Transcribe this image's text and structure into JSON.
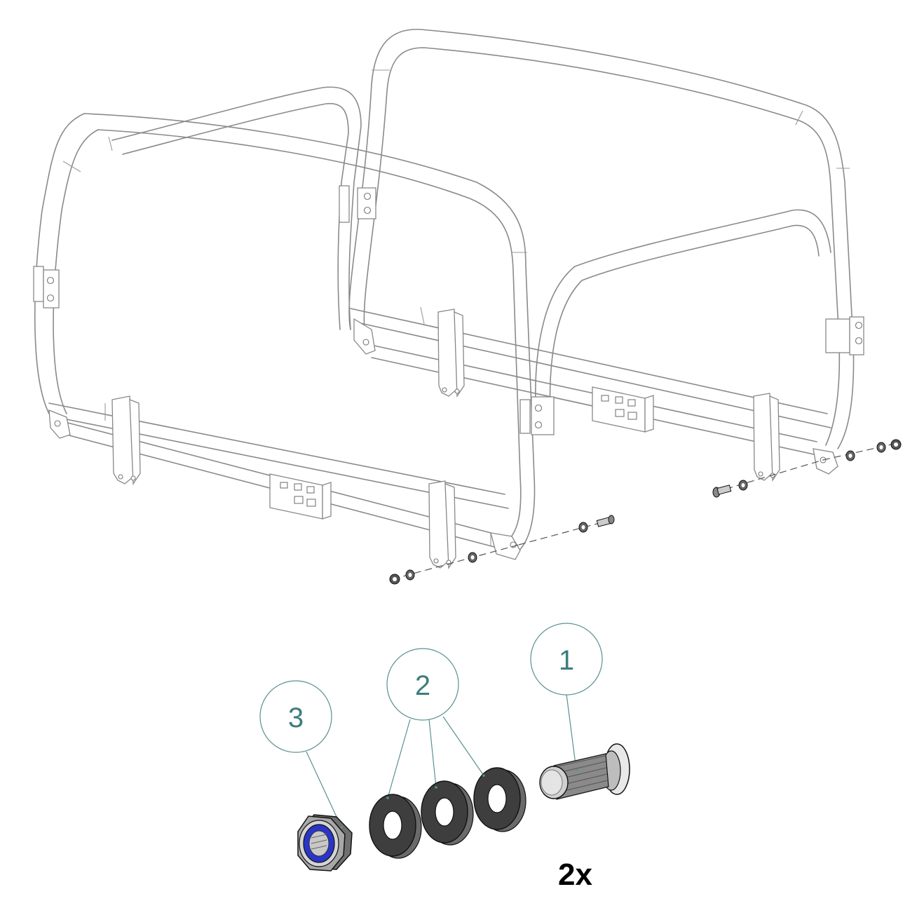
{
  "callouts": [
    {
      "number": "1",
      "part": "bolt"
    },
    {
      "number": "2",
      "part": "washer"
    },
    {
      "number": "3",
      "part": "nylon-lock-nut"
    }
  ],
  "quantity_label": "2x",
  "colors": {
    "frame_line": "#8a8a8a",
    "balloon_line": "#5a9090",
    "balloon_text": "#3d7d7d",
    "nut_insert": "#2a35c8",
    "hardware_dark": "#3e3e3e"
  }
}
